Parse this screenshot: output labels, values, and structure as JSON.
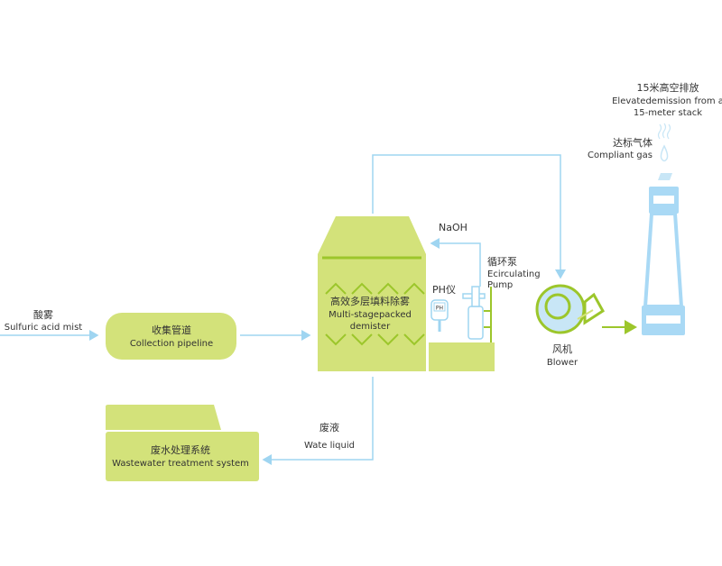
{
  "colors": {
    "green_fill": "#d3e27a",
    "green_line": "#9cc62b",
    "blue": "#9fd5f1",
    "stack_blue": "#a9d9f5"
  },
  "input": {
    "cn": "酸雾",
    "en": "Sulfuric acid mist"
  },
  "collection": {
    "cn": "收集管道",
    "en": "Collection pipeline"
  },
  "tower": {
    "cn": "高效多层填料除雾",
    "en1": "Multi-stagepacked",
    "en2": "demister"
  },
  "ph_meter": {
    "label": "PH仪",
    "display": "PH"
  },
  "naoh": "NaOH",
  "pump": {
    "cn": "循环泵",
    "en1": "Ecirculating",
    "en2": "Pump"
  },
  "blower": {
    "cn": "风机",
    "en": "Blower"
  },
  "stack": {
    "cn": "15米高空排放",
    "en1": "Elevatedemission from a",
    "en2": "15-meter stack"
  },
  "gas": {
    "cn": "达标气体",
    "en": "Compliant gas"
  },
  "liquid": {
    "cn": "废液",
    "en": "Wate liquid"
  },
  "wastewater": {
    "cn": "废水处理系统",
    "en": "Wastewater treatment system"
  }
}
